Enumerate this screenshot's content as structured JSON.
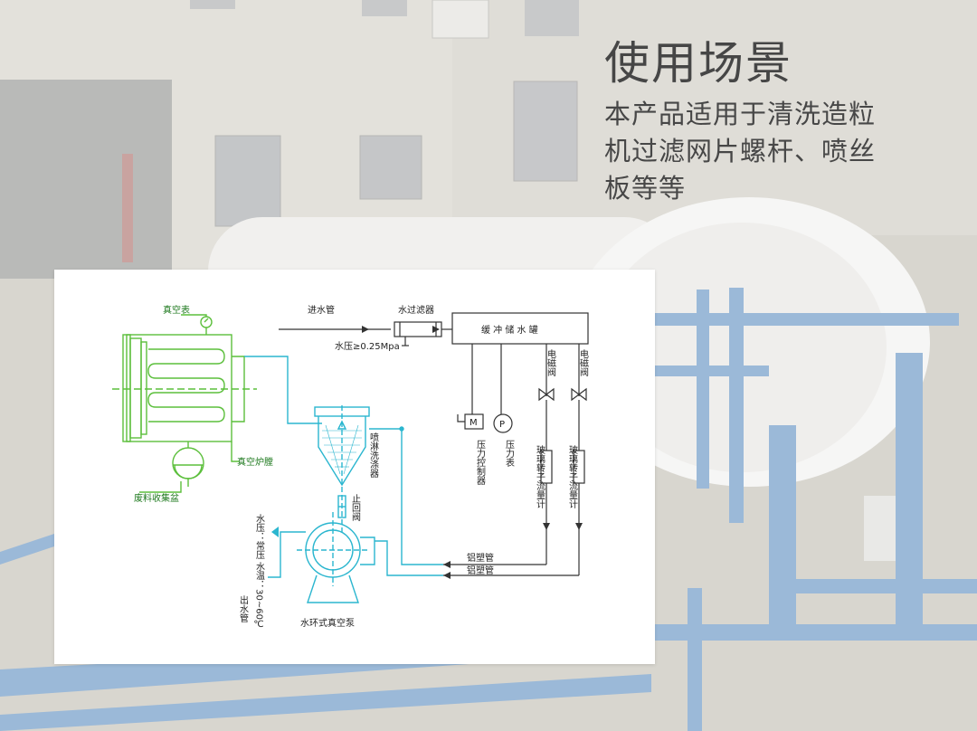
{
  "heading": {
    "title": "使用场景",
    "description_lines": [
      "本产品适用于清洗造粒",
      "机过滤网片螺杆、喷丝",
      "板等等"
    ]
  },
  "diagram": {
    "labels": {
      "vacuum_gauge": "真空表",
      "vacuum_chamber": "真空炉膛",
      "waste_collector": "废料收集盆",
      "water_inlet": "进水管",
      "water_filter": "水过滤器",
      "water_pressure": "水压≥0.25Mpa",
      "buffer_tank": "缓 冲 储 水 罐",
      "solenoid_valve": "电磁阀",
      "spray_washer": "喷淋洗涤器",
      "check_valve": "止回阀",
      "pressure_controller": "压力控制器",
      "pressure_gauge": "压力表",
      "rotameter": "玻璃转子流量计",
      "aluminum_pipe": "铝塑管",
      "outlet_pipe": "出水管",
      "outlet_spec": "水压：常压  水温：30~60℃",
      "ring_pump": "水环式真空泵",
      "m_symbol": "M",
      "p_symbol": "P"
    },
    "colors": {
      "green": "#5cbf3c",
      "cyan": "#2bb6cf",
      "black": "#333333"
    }
  }
}
